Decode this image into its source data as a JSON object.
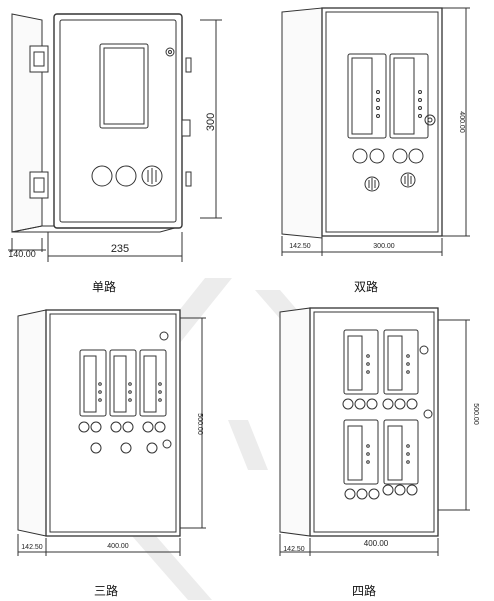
{
  "panels": [
    {
      "caption": "单路",
      "dims": {
        "depth": "140.00",
        "width": "235",
        "height": "300"
      }
    },
    {
      "caption": "双路",
      "dims": {
        "depth": "142.50",
        "width": "300.00",
        "height": "400.00"
      }
    },
    {
      "caption": "三路",
      "dims": {
        "depth": "142.50",
        "width": "400.00",
        "height": "500.00"
      }
    },
    {
      "caption": "四路",
      "dims": {
        "depth": "142.50",
        "width": "400.00",
        "height": "500.00"
      }
    }
  ],
  "colors": {
    "line": "#333333",
    "watermark": "#e9e9e9"
  }
}
